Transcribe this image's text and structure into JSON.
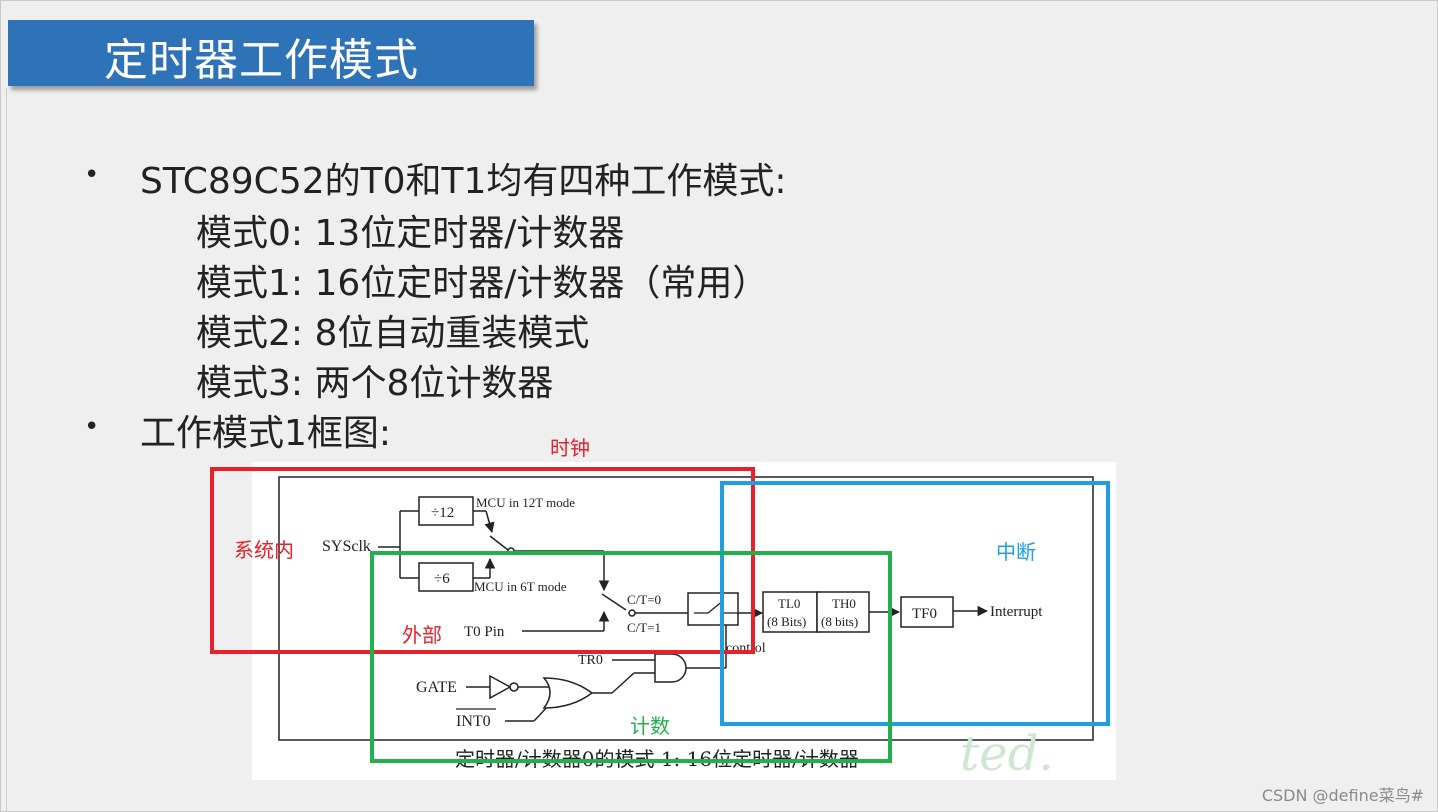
{
  "slide": {
    "title": "定时器工作模式",
    "bullet_symbol": "•",
    "bullets": [
      {
        "text": "STC89C52的T0和T1均有四种工作模式:",
        "sub": [
          "模式0:  13位定时器/计数器",
          "模式1:  16位定时器/计数器（常用）",
          "模式2:  8位自动重装模式",
          "模式3:  两个8位计数器"
        ]
      },
      {
        "text": "工作模式1框图:"
      }
    ]
  },
  "diagram": {
    "labels": {
      "sysclk": "SYSclk",
      "div12": "÷12",
      "div6": "÷6",
      "mcu12": "MCU in 12T mode",
      "mcu6": "MCU in 6T mode",
      "ct0": "C/T=0",
      "ct1": "C/T=1",
      "t0pin": "T0 Pin",
      "tl0": "TL0",
      "tl0_bits": "(8 Bits)",
      "th0": "TH0",
      "th0_bits": "(8 bits)",
      "tf0": "TF0",
      "interrupt": "Interrupt",
      "control": "control",
      "tr0": "TR0",
      "gate": "GATE",
      "int0": "INT0",
      "caption": "定时器/计数器0的模式 1: 16位定时器/计数器",
      "faded_mark": "ted."
    },
    "annotations": {
      "clock": "时钟",
      "system_internal": "系统内",
      "interrupt": "中断",
      "external": "外部",
      "counting": "计数"
    },
    "colors": {
      "clock_box": "#e8202a",
      "interrupt_box": "#1ea0e0",
      "counting_box": "#22b04a"
    }
  },
  "watermark": "CSDN @define菜鸟#"
}
